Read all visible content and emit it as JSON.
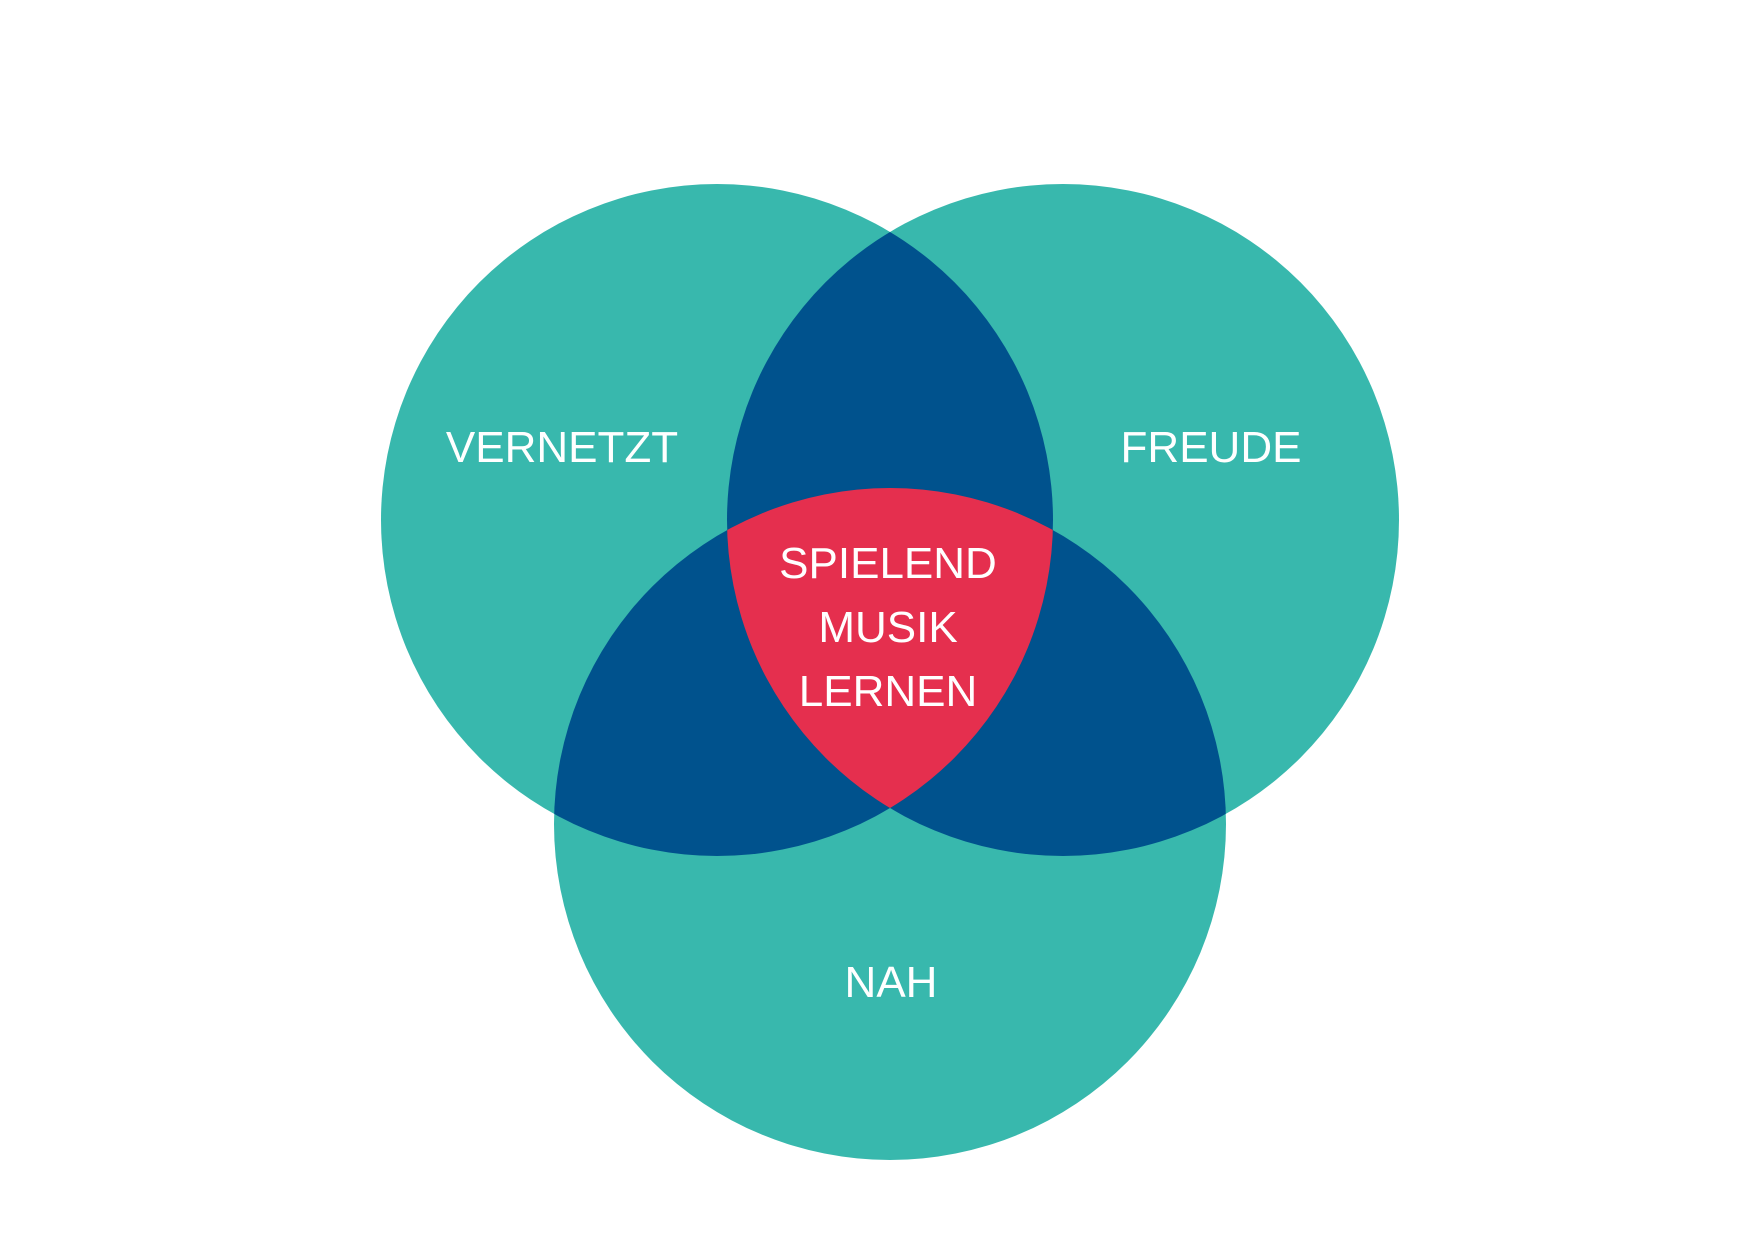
{
  "diagram": {
    "type": "venn",
    "circles": [
      {
        "id": "circle-vernetzt",
        "label": "VERNETZT"
      },
      {
        "id": "circle-freude",
        "label": "FREUDE"
      },
      {
        "id": "circle-nah",
        "label": "NAH"
      }
    ],
    "center_label_lines": [
      "SPIELEND",
      "MUSIK",
      "LERNEN"
    ]
  },
  "colors": {
    "background": "#ffffff",
    "circle_fill": "#38b8ad",
    "pair_overlap_fill": "#00528d",
    "center_overlap_fill": "#e52f4e",
    "label_text": "#ffffff"
  }
}
